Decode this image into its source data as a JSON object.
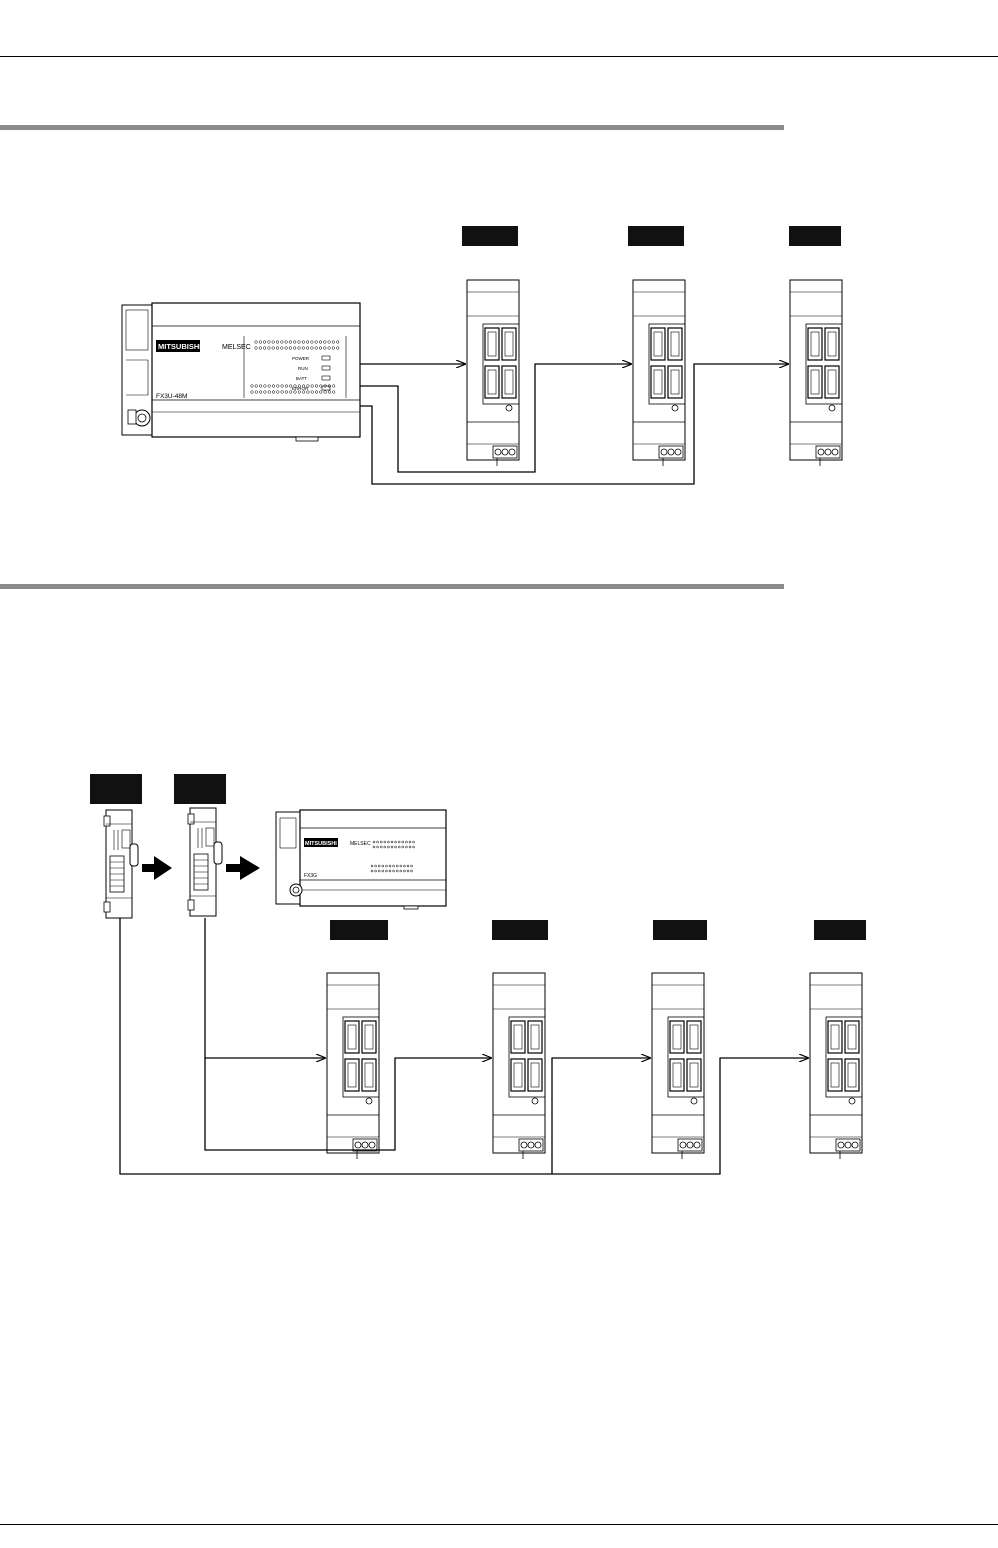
{
  "diagram_1": {
    "plc_brand": "MITSUBISHI",
    "plc_model": "FX3U-48M",
    "plc_series": "MELSEC",
    "status_leds": [
      "POWER",
      "RUN",
      "BATT",
      "ERROR"
    ],
    "amplifier_tags": [
      "",
      "",
      ""
    ]
  },
  "diagram_2": {
    "module_tags": [
      "",
      ""
    ],
    "plc_brand": "MITSUBISHI",
    "plc_model": "FX3G",
    "plc_series": "MELSEC",
    "amplifier_tags": [
      "",
      "",
      "",
      ""
    ]
  },
  "colors": {
    "bar": "#8c8c8c",
    "tag": "#111111",
    "line": "#000000"
  }
}
